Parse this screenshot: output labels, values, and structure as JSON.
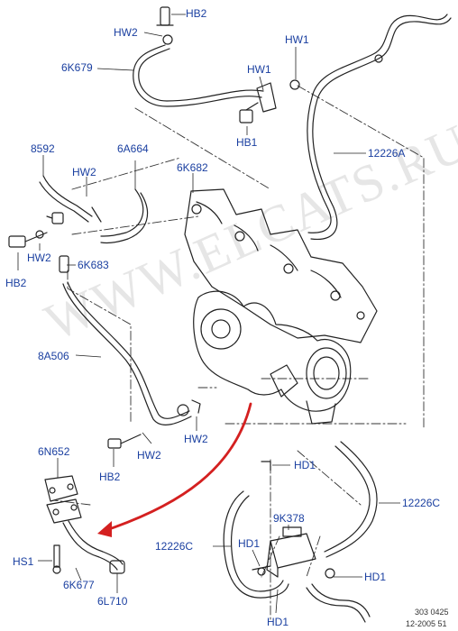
{
  "watermark": "WWW.ELCATS.RU",
  "labels": {
    "hb2_top": "HB2",
    "hw2_top": "HW2",
    "p6k679": "6K679",
    "hw1_top": "HW1",
    "hw1_mid": "HW1",
    "hb1": "HB1",
    "p12226a": "12226A",
    "p8592": "8592",
    "p6a664": "6A664",
    "hw2_left": "HW2",
    "p6k682": "6K682",
    "hw2_left2": "HW2",
    "hb2_left": "HB2",
    "p6k683": "6K683",
    "p8a506": "8A506",
    "hw2_bot1": "HW2",
    "hw2_bot2": "HW2",
    "hb2_bot": "HB2",
    "hd1_mid": "HD1",
    "p6n652": "6N652",
    "p12226c_r": "12226C",
    "p9k378": "9K378",
    "p12226c_l": "12226C",
    "hd1_low": "HD1",
    "hs1": "HS1",
    "p6k677": "6K677",
    "hd1_right": "HD1",
    "p6l710": "6L710",
    "hd1_bottom": "HD1"
  },
  "footer": {
    "code": "303 0425",
    "date": "12-2005 51"
  }
}
